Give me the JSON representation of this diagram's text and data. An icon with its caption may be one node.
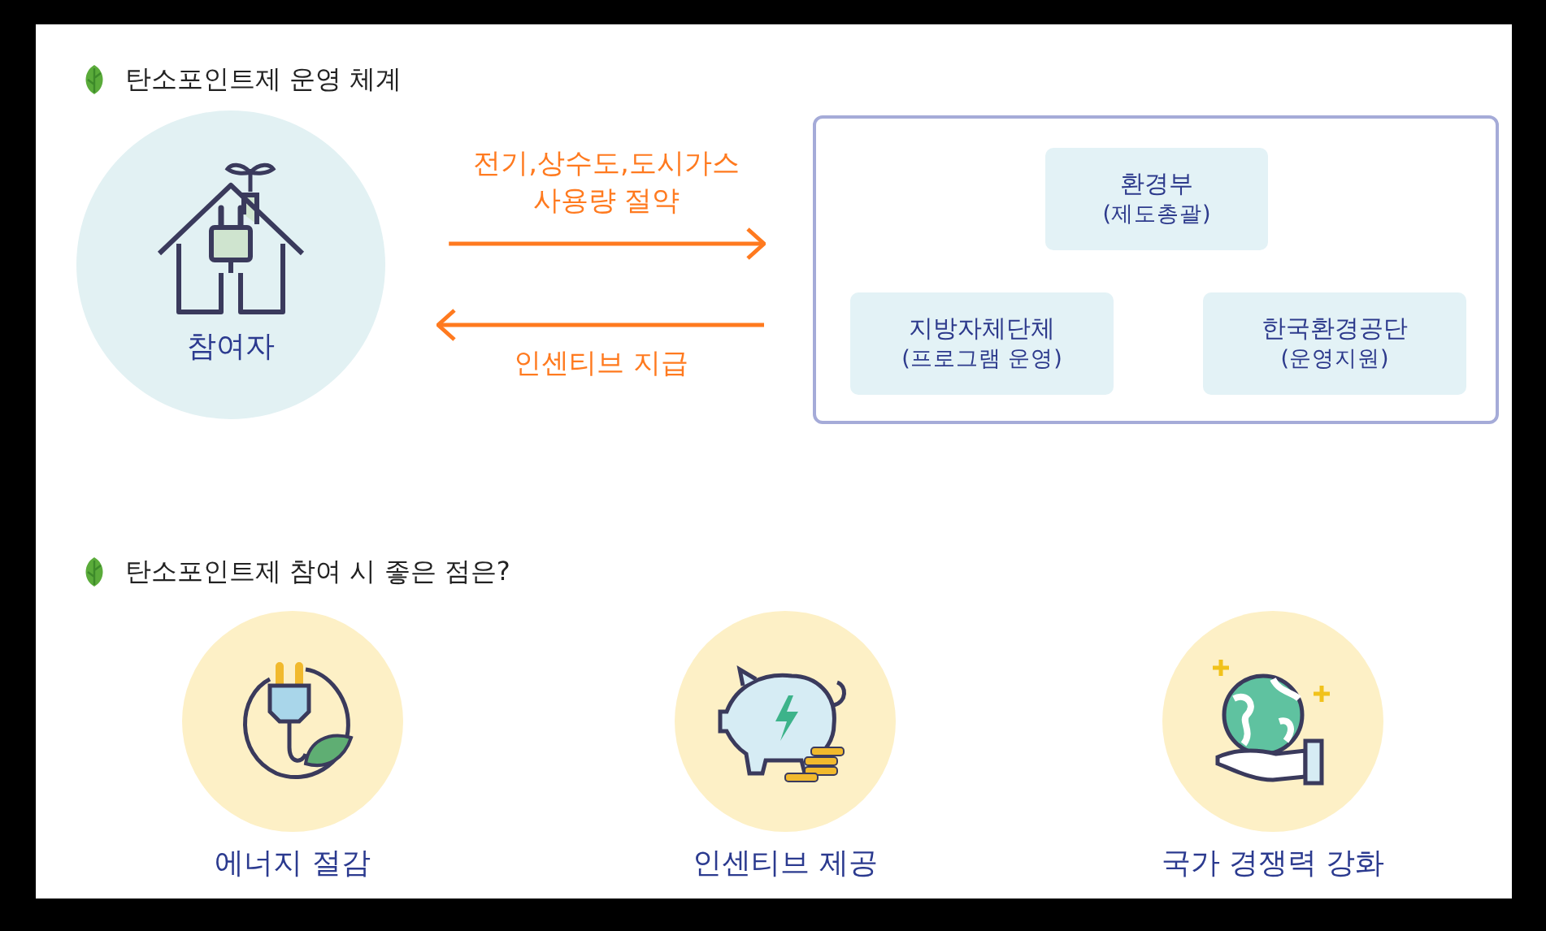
{
  "diagram": {
    "nodes": [
      {
        "text": [
          "참여자"
        ]
      },
      {
        "text": [],
        "shape": "box"
      },
      {
        "text": [
          "환경부",
          "(제도총괄)"
        ],
        "in": 1
      },
      {
        "text": [
          "지방자체단체",
          "(프로그램 운영)"
        ],
        "in": 1
      },
      {
        "text": [
          "한국환경공단",
          "(운영지원)"
        ],
        "in": 1
      },
      {
        "text": [
          "에너지 절감"
        ]
      },
      {
        "text": [
          "인센티브 제공"
        ]
      },
      {
        "text": [
          "국가 경쟁력 강화"
        ]
      }
    ],
    "edges": [
      {
        "from": 0,
        "to": 1,
        "arrow": "to",
        "label": "전기,상수도,도시가스 사용량 절약"
      },
      {
        "from": 1,
        "to": 0,
        "arrow": "to",
        "label": "인센티브 지급"
      }
    ],
    "labels": [
      "탄소포인트제 운영 체계",
      "탄소포인트제 참여 시 좋은 점은?"
    ]
  }
}
